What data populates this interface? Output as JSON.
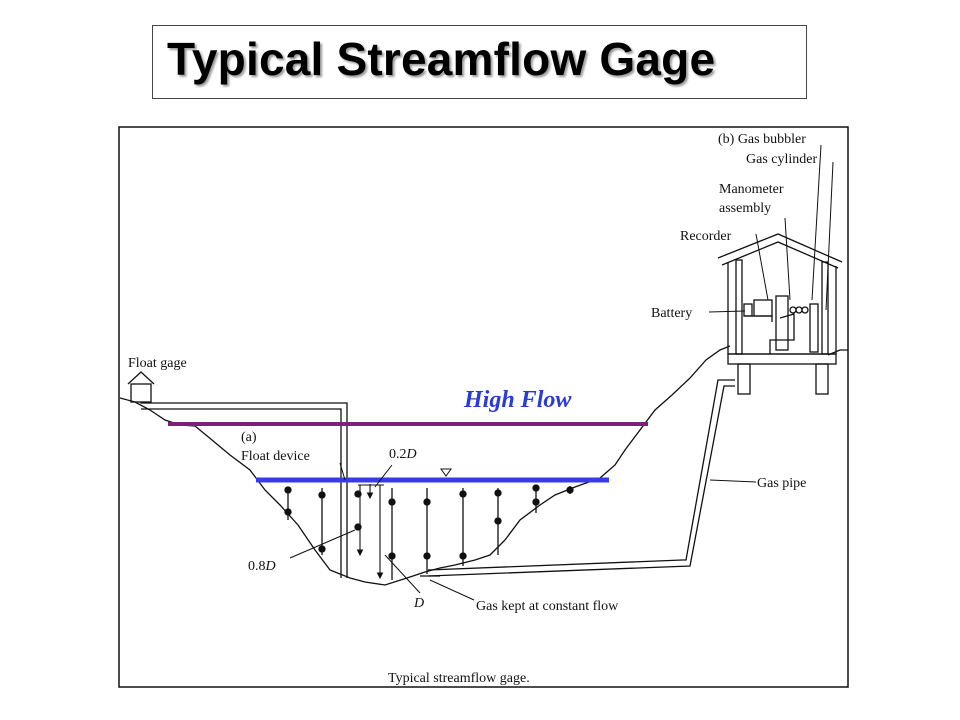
{
  "page": {
    "title": "Typical Streamflow Gage"
  },
  "diagram": {
    "labels": {
      "gas_bubbler": "(b) Gas bubbler",
      "gas_cylinder": "Gas cylinder",
      "manometer_line1": "Manometer",
      "manometer_line2": "assembly",
      "recorder": "Recorder",
      "battery": "Battery",
      "float_gage": "Float gage",
      "high_flow": "High Flow",
      "section_a": "(a)",
      "float_device": "Float device",
      "depth_02": "0.2",
      "depth_08": "0.8",
      "depth_symbol": "D",
      "gas_pipe": "Gas pipe",
      "gas_constant": "Gas kept at constant flow",
      "caption": "Typical streamflow gage."
    },
    "colors": {
      "high_flow_line": "#7a1f7a",
      "water_line": "#3a3ae8",
      "high_flow_text": "#2a3bd6",
      "ink": "#111111"
    }
  }
}
